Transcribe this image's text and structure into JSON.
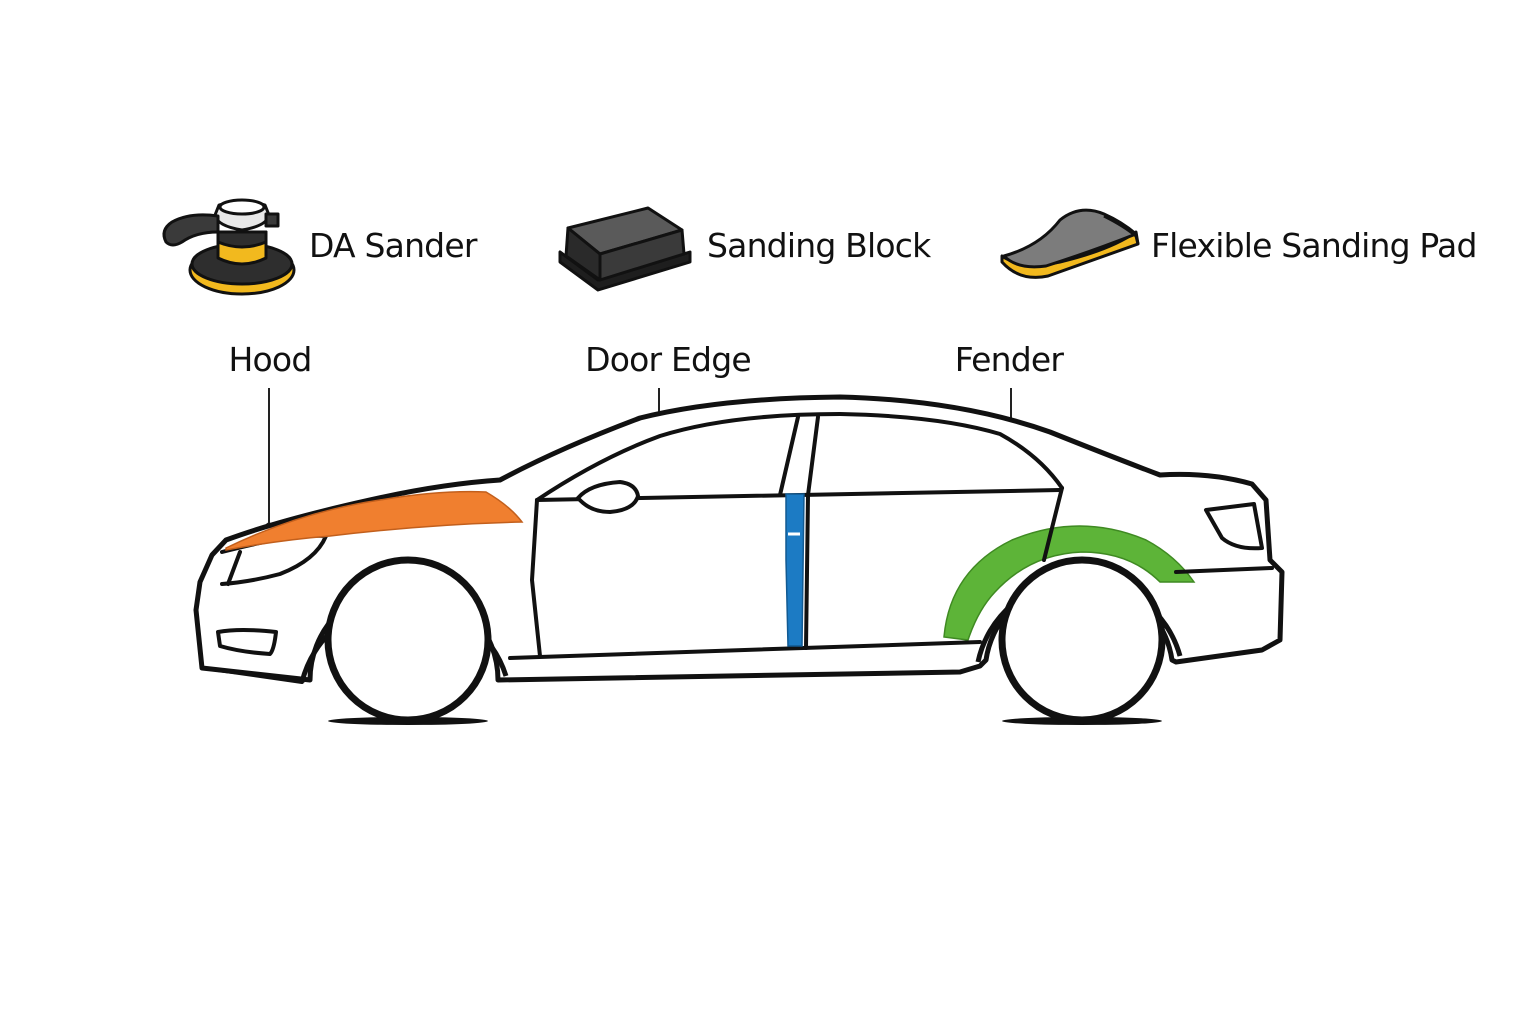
{
  "legend": {
    "items": [
      {
        "label": "DA Sander",
        "icon": "da-sander-icon"
      },
      {
        "label": "Sanding Block",
        "icon": "sanding-block-icon"
      },
      {
        "label": "Flexible Sanding Pad",
        "icon": "flexible-sanding-pad-icon"
      }
    ]
  },
  "parts": [
    {
      "label": "Hood",
      "color": "#F07F2F"
    },
    {
      "label": "Door Edge",
      "color": "#1C7BC4"
    },
    {
      "label": "Fender",
      "color": "#5DB438"
    }
  ],
  "colors": {
    "outline": "#111111",
    "tool_yellow": "#F2B91E",
    "tool_dark": "#3A3A3A",
    "pad_gray": "#7C7C7C"
  }
}
